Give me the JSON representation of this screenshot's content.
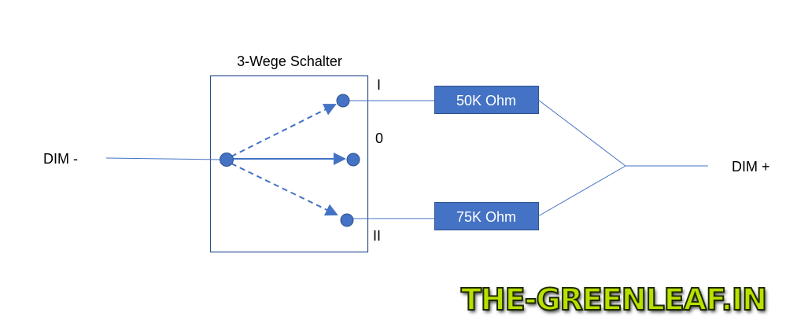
{
  "title": "3-Wege Schalter",
  "input_label": "DIM -",
  "output_label": "DIM +",
  "positions": {
    "top": "I",
    "middle": "0",
    "bottom": "II"
  },
  "resistors": [
    "50K Ohm",
    "75K Ohm"
  ],
  "watermark": "THE-GREENLEAF.IN",
  "colors": {
    "accent": "#4472C4",
    "box_border": "#2F528F"
  }
}
